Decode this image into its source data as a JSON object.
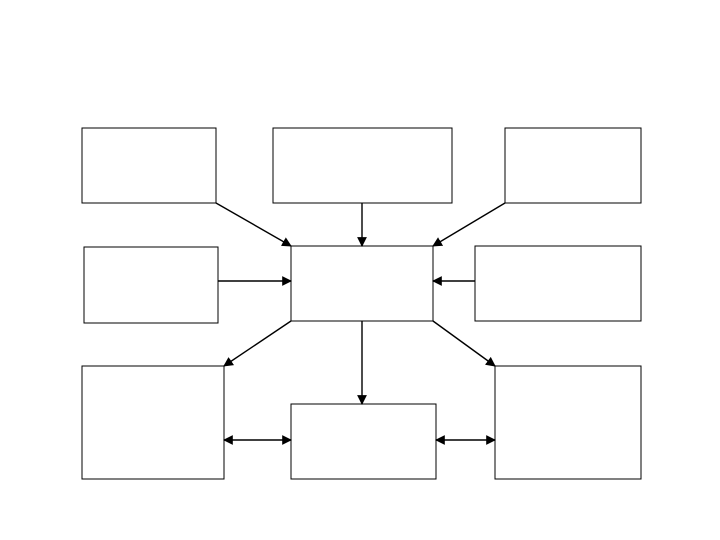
{
  "diagram": {
    "boxes": [
      {
        "id": "top-left",
        "text": ""
      },
      {
        "id": "top-center",
        "text": ""
      },
      {
        "id": "top-right",
        "text": ""
      },
      {
        "id": "middle-left",
        "text": ""
      },
      {
        "id": "center",
        "text": ""
      },
      {
        "id": "middle-right",
        "text": ""
      },
      {
        "id": "bottom-left",
        "text": ""
      },
      {
        "id": "bottom-center",
        "text": ""
      },
      {
        "id": "bottom-right",
        "text": ""
      }
    ],
    "connections": [
      {
        "from": "top-left",
        "to": "center",
        "direction": "forward"
      },
      {
        "from": "top-center",
        "to": "center",
        "direction": "forward"
      },
      {
        "from": "top-right",
        "to": "center",
        "direction": "forward"
      },
      {
        "from": "middle-left",
        "to": "center",
        "direction": "forward"
      },
      {
        "from": "middle-right",
        "to": "center",
        "direction": "forward"
      },
      {
        "from": "center",
        "to": "bottom-left",
        "direction": "forward"
      },
      {
        "from": "center",
        "to": "bottom-center",
        "direction": "forward"
      },
      {
        "from": "center",
        "to": "bottom-right",
        "direction": "forward"
      },
      {
        "from": "bottom-left",
        "to": "bottom-center",
        "direction": "both"
      },
      {
        "from": "bottom-center",
        "to": "bottom-right",
        "direction": "both"
      }
    ]
  }
}
